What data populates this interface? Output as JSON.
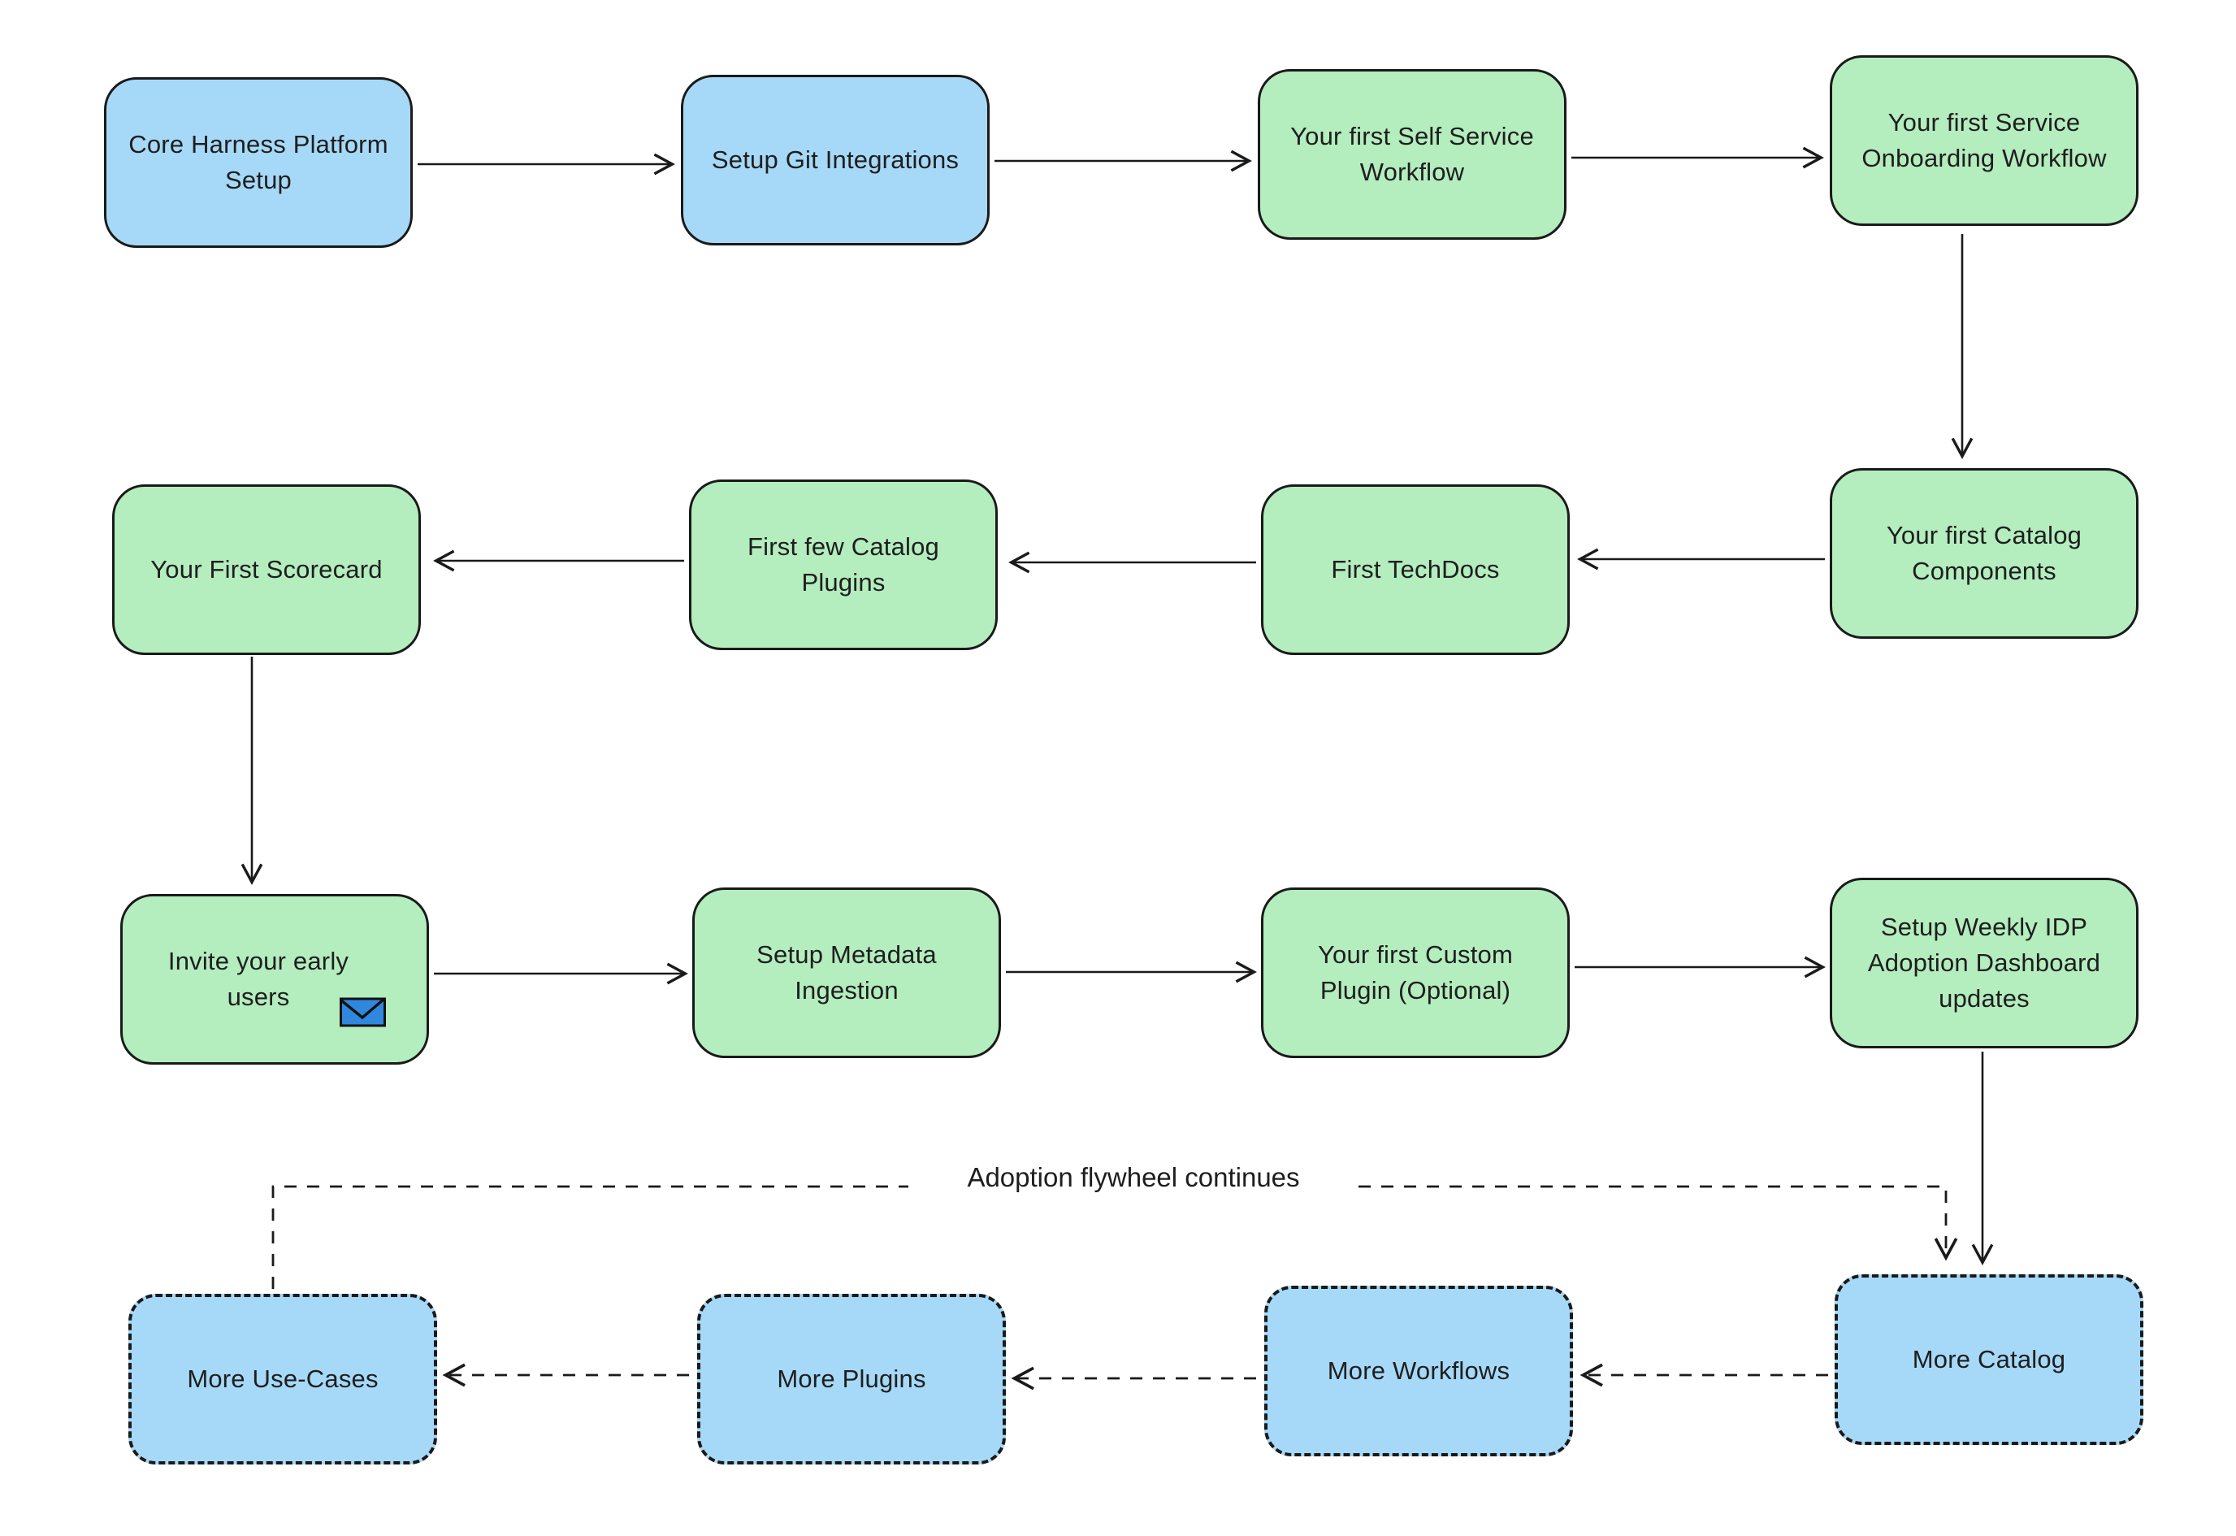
{
  "diagram": {
    "type": "flowchart",
    "background": "#ffffff"
  },
  "colors": {
    "node_blue": "#a6d9f7",
    "node_green": "#b4edbe",
    "node_border": "#1a1a1a",
    "arrow": "#1a1a1a",
    "envelope_blue": "#2f88dd",
    "text": "#1e1e1e"
  },
  "nodes": [
    {
      "id": "core-harness-platform-setup",
      "label": "Core Harness Platform Setup",
      "style": "blue-solid"
    },
    {
      "id": "setup-git-integrations",
      "label": "Setup Git Integrations",
      "style": "blue-solid"
    },
    {
      "id": "first-self-service-workflow",
      "label": "Your first Self Service Workflow",
      "style": "green-solid"
    },
    {
      "id": "first-service-onboarding-workflow",
      "label": "Your first Service Onboarding Workflow",
      "style": "green-solid"
    },
    {
      "id": "first-scorecard",
      "label": "Your First Scorecard",
      "style": "green-solid"
    },
    {
      "id": "first-few-catalog-plugins",
      "label": "First few Catalog Plugins",
      "style": "green-solid"
    },
    {
      "id": "first-techdocs",
      "label": "First TechDocs",
      "style": "green-solid"
    },
    {
      "id": "first-catalog-components",
      "label": "Your first Catalog Components",
      "style": "green-solid"
    },
    {
      "id": "invite-early-users",
      "label": "Invite your early users",
      "style": "green-solid",
      "icon": "envelope-icon"
    },
    {
      "id": "setup-metadata-ingestion",
      "label": "Setup Metadata Ingestion",
      "style": "green-solid"
    },
    {
      "id": "first-custom-plugin",
      "label": "Your first Custom Plugin (Optional)",
      "style": "green-solid"
    },
    {
      "id": "setup-weekly-idp-dashboard",
      "label": "Setup Weekly IDP Adoption Dashboard updates",
      "style": "green-solid"
    },
    {
      "id": "more-use-cases",
      "label": "More Use-Cases",
      "style": "blue-dashed"
    },
    {
      "id": "more-plugins",
      "label": "More Plugins",
      "style": "blue-dashed"
    },
    {
      "id": "more-workflows",
      "label": "More Workflows",
      "style": "blue-dashed"
    },
    {
      "id": "more-catalog",
      "label": "More Catalog",
      "style": "blue-dashed"
    }
  ],
  "flywheel": {
    "label": "Adoption flywheel continues"
  },
  "edges": [
    {
      "from": "Core Harness Platform Setup",
      "to": "Setup Git Integrations",
      "style": "solid"
    },
    {
      "from": "Setup Git Integrations",
      "to": "Your first Self Service Workflow",
      "style": "solid"
    },
    {
      "from": "Your first Self Service Workflow",
      "to": "Your first Service Onboarding Workflow",
      "style": "solid"
    },
    {
      "from": "Your first Service Onboarding Workflow",
      "to": "Your first Catalog Components",
      "style": "solid"
    },
    {
      "from": "Your first Catalog Components",
      "to": "First TechDocs",
      "style": "solid"
    },
    {
      "from": "First TechDocs",
      "to": "First few Catalog Plugins",
      "style": "solid"
    },
    {
      "from": "First few Catalog Plugins",
      "to": "Your First Scorecard",
      "style": "solid"
    },
    {
      "from": "Your First Scorecard",
      "to": "Invite your early users",
      "style": "solid"
    },
    {
      "from": "Invite your early users",
      "to": "Setup Metadata Ingestion",
      "style": "solid"
    },
    {
      "from": "Setup Metadata Ingestion",
      "to": "Your first Custom Plugin (Optional)",
      "style": "solid"
    },
    {
      "from": "Your first Custom Plugin (Optional)",
      "to": "Setup Weekly IDP Adoption Dashboard updates",
      "style": "solid"
    },
    {
      "from": "Setup Weekly IDP Adoption Dashboard updates",
      "to": "More Catalog",
      "style": "solid"
    },
    {
      "from": "More Catalog",
      "to": "More Workflows",
      "style": "dashed"
    },
    {
      "from": "More Workflows",
      "to": "More Plugins",
      "style": "dashed"
    },
    {
      "from": "More Plugins",
      "to": "More Use-Cases",
      "style": "dashed"
    },
    {
      "from": "More Use-Cases",
      "to": "More Catalog",
      "style": "dashed",
      "label": "Adoption flywheel continues"
    }
  ]
}
